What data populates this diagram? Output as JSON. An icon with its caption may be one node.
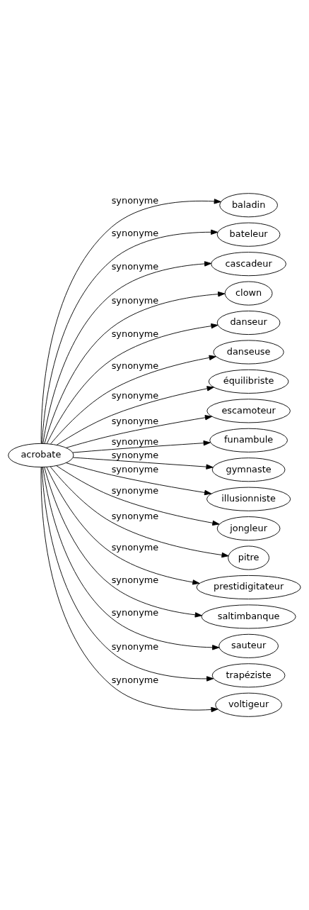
{
  "diagram": {
    "nodes": [
      {
        "text": [
          "acrobate"
        ]
      },
      {
        "text": [
          "baladin"
        ]
      },
      {
        "text": [
          "bateleur"
        ]
      },
      {
        "text": [
          "cascadeur"
        ]
      },
      {
        "text": [
          "clown"
        ]
      },
      {
        "text": [
          "danseur"
        ]
      },
      {
        "text": [
          "danseuse"
        ]
      },
      {
        "text": [
          "équilibriste"
        ]
      },
      {
        "text": [
          "escamoteur"
        ]
      },
      {
        "text": [
          "funambule"
        ]
      },
      {
        "text": [
          "gymnaste"
        ]
      },
      {
        "text": [
          "illusionniste"
        ]
      },
      {
        "text": [
          "jongleur"
        ]
      },
      {
        "text": [
          "pitre"
        ]
      },
      {
        "text": [
          "prestidigitateur"
        ]
      },
      {
        "text": [
          "saltimbanque"
        ]
      },
      {
        "text": [
          "sauteur"
        ]
      },
      {
        "text": [
          "trapéziste"
        ]
      },
      {
        "text": [
          "voltigeur"
        ]
      }
    ],
    "edges": [
      {
        "from": 0,
        "to": 1,
        "arrow": "to",
        "label": "synonyme"
      },
      {
        "from": 0,
        "to": 2,
        "arrow": "to",
        "label": "synonyme"
      },
      {
        "from": 0,
        "to": 3,
        "arrow": "to",
        "label": "synonyme"
      },
      {
        "from": 0,
        "to": 4,
        "arrow": "to",
        "label": "synonyme"
      },
      {
        "from": 0,
        "to": 5,
        "arrow": "to",
        "label": "synonyme"
      },
      {
        "from": 0,
        "to": 6,
        "arrow": "to",
        "label": "synonyme"
      },
      {
        "from": 0,
        "to": 7,
        "arrow": "to",
        "label": "synonyme"
      },
      {
        "from": 0,
        "to": 8,
        "arrow": "to",
        "label": "synonyme"
      },
      {
        "from": 0,
        "to": 9,
        "arrow": "to",
        "label": "synonyme"
      },
      {
        "from": 0,
        "to": 10,
        "arrow": "to",
        "label": "synonyme"
      },
      {
        "from": 0,
        "to": 11,
        "arrow": "to",
        "label": "synonyme"
      },
      {
        "from": 0,
        "to": 12,
        "arrow": "to",
        "label": "synonyme"
      },
      {
        "from": 0,
        "to": 13,
        "arrow": "to",
        "label": "synonyme"
      },
      {
        "from": 0,
        "to": 14,
        "arrow": "to",
        "label": "synonyme"
      },
      {
        "from": 0,
        "to": 15,
        "arrow": "to",
        "label": "synonyme"
      },
      {
        "from": 0,
        "to": 16,
        "arrow": "to",
        "label": "synonyme"
      },
      {
        "from": 0,
        "to": 17,
        "arrow": "to",
        "label": "synonyme"
      },
      {
        "from": 0,
        "to": 18,
        "arrow": "to",
        "label": "synonyme"
      }
    ]
  }
}
